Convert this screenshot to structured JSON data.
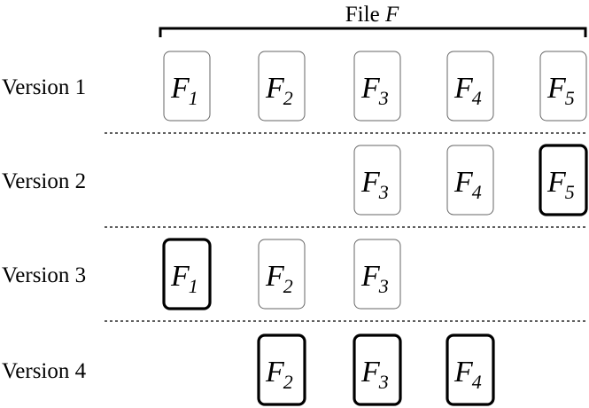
{
  "title": {
    "text": "File ",
    "var": "F"
  },
  "versions": [
    {
      "label": "Version 1",
      "fragments": [
        {
          "name": "F",
          "index": "1",
          "highlighted": false
        },
        {
          "name": "F",
          "index": "2",
          "highlighted": false
        },
        {
          "name": "F",
          "index": "3",
          "highlighted": false
        },
        {
          "name": "F",
          "index": "4",
          "highlighted": false
        },
        {
          "name": "F",
          "index": "5",
          "highlighted": false
        }
      ]
    },
    {
      "label": "Version 2",
      "fragments": [
        null,
        null,
        {
          "name": "F",
          "index": "3",
          "highlighted": false
        },
        {
          "name": "F",
          "index": "4",
          "highlighted": false
        },
        {
          "name": "F",
          "index": "5",
          "highlighted": true
        }
      ]
    },
    {
      "label": "Version 3",
      "fragments": [
        {
          "name": "F",
          "index": "1",
          "highlighted": true
        },
        {
          "name": "F",
          "index": "2",
          "highlighted": false
        },
        {
          "name": "F",
          "index": "3",
          "highlighted": false
        },
        null,
        null
      ]
    },
    {
      "label": "Version 4",
      "fragments": [
        null,
        {
          "name": "F",
          "index": "2",
          "highlighted": true
        },
        {
          "name": "F",
          "index": "3",
          "highlighted": true
        },
        {
          "name": "F",
          "index": "4",
          "highlighted": true
        },
        null
      ]
    }
  ],
  "colors": {
    "stroke": "#000000",
    "thin_stroke": "#666666",
    "background": "#ffffff"
  }
}
